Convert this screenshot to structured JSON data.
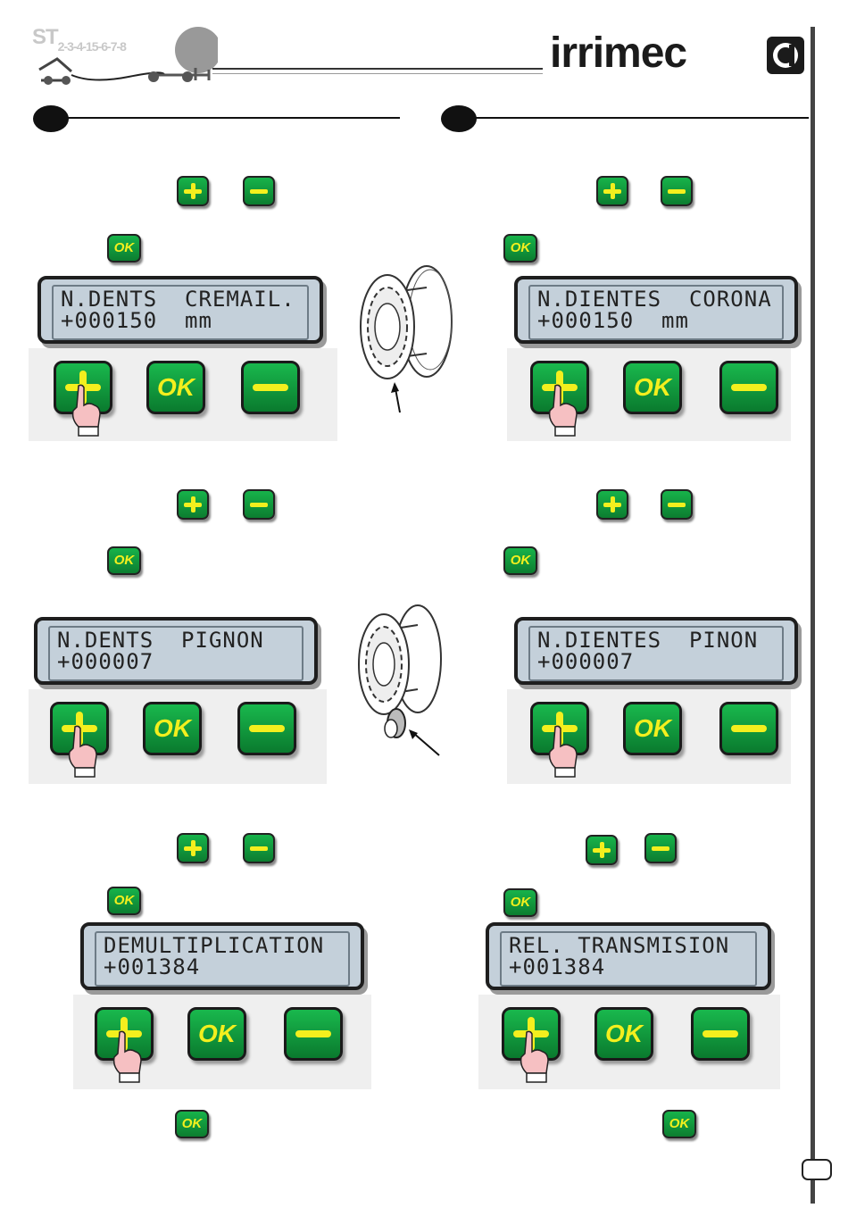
{
  "header": {
    "model_prefix": "ST",
    "model_numbers": "2-3-4-15-6-7-8",
    "brand": "irrimec"
  },
  "left": {
    "step1": {
      "lcd_line1": "N.DENTS  CREMAIL.",
      "lcd_line2": "+000150  mm"
    },
    "step2": {
      "lcd_line1": "N.DENTS  PIGNON",
      "lcd_line2": "+000007"
    },
    "step3": {
      "lcd_line1": "DEMULTIPLICATION",
      "lcd_line2": "+001384"
    }
  },
  "right": {
    "step1": {
      "lcd_line1": "N.DIENTES  CORONA",
      "lcd_line2": "+000150  mm"
    },
    "step2": {
      "lcd_line1": "N.DIENTES  PINON",
      "lcd_line2": "+000007"
    },
    "step3": {
      "lcd_line1": "REL. TRANSMISION",
      "lcd_line2": "+001384"
    }
  },
  "buttons": {
    "ok": "OK"
  },
  "icons": {
    "plus": "plus-button-icon",
    "minus": "minus-button-icon",
    "ok": "ok-button-icon",
    "hand": "pointing-hand-icon",
    "reel": "hose-reel-icon",
    "arrow": "arrow-icon"
  },
  "colors": {
    "button_green": "#12a040",
    "button_symbol": "#f3ef1e",
    "lcd_bg": "#c4d0da"
  }
}
